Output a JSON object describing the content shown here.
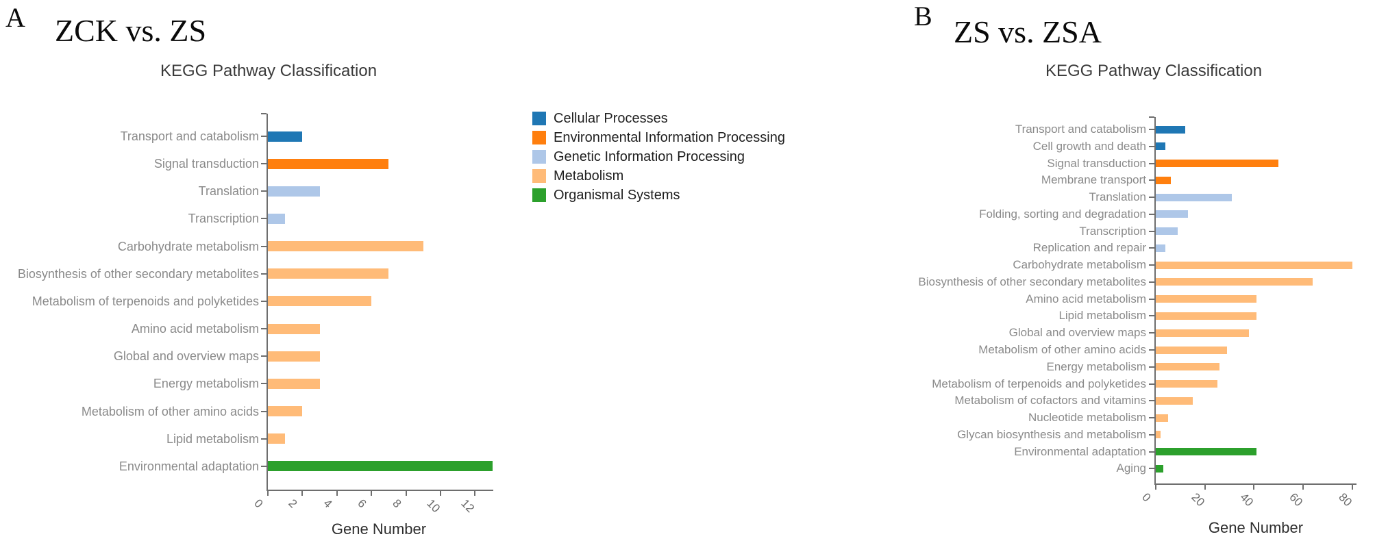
{
  "chart_data": [
    {
      "type": "bar",
      "orientation": "horizontal",
      "panel_letter": "A",
      "panel_title": "ZCK vs. ZS",
      "title": "KEGG Pathway Classification",
      "xlabel": "Gene Number",
      "xlim": [
        0,
        13
      ],
      "x_ticks": [
        0,
        2,
        4,
        6,
        8,
        10,
        12
      ],
      "grid": false,
      "categories": [
        "Transport and catabolism",
        "Signal transduction",
        "Translation",
        "Transcription",
        "Carbohydrate metabolism",
        "Biosynthesis of other secondary metabolites",
        "Metabolism of terpenoids and polyketides",
        "Amino acid metabolism",
        "Global and overview maps",
        "Energy metabolism",
        "Metabolism of other amino acids",
        "Lipid metabolism",
        "Environmental adaptation"
      ],
      "values": [
        2,
        7,
        3,
        1,
        9,
        7,
        6,
        3,
        3,
        3,
        2,
        1,
        13
      ],
      "groups": [
        "cellular",
        "environmental",
        "genetic",
        "genetic",
        "metabolism",
        "metabolism",
        "metabolism",
        "metabolism",
        "metabolism",
        "metabolism",
        "metabolism",
        "metabolism",
        "organismal"
      ]
    },
    {
      "type": "bar",
      "orientation": "horizontal",
      "panel_letter": "B",
      "panel_title": "ZS vs. ZSA",
      "title": "KEGG Pathway Classification",
      "xlabel": "Gene Number",
      "xlim": [
        0,
        81
      ],
      "x_ticks": [
        0,
        20,
        40,
        60,
        80
      ],
      "grid": false,
      "categories": [
        "Transport and catabolism",
        "Cell growth and death",
        "Signal transduction",
        "Membrane transport",
        "Translation",
        "Folding, sorting and degradation",
        "Transcription",
        "Replication and repair",
        "Carbohydrate metabolism",
        "Biosynthesis of other secondary metabolites",
        "Amino acid metabolism",
        "Lipid metabolism",
        "Global and overview maps",
        "Metabolism of other amino acids",
        "Energy metabolism",
        "Metabolism of terpenoids and polyketides",
        "Metabolism of cofactors and vitamins",
        "Nucleotide metabolism",
        "Glycan biosynthesis and metabolism",
        "Environmental adaptation",
        "Aging"
      ],
      "values": [
        12,
        4,
        50,
        6,
        31,
        13,
        9,
        4,
        80,
        64,
        41,
        41,
        38,
        29,
        26,
        25,
        15,
        5,
        2,
        41,
        3
      ],
      "groups": [
        "cellular",
        "cellular",
        "environmental",
        "environmental",
        "genetic",
        "genetic",
        "genetic",
        "genetic",
        "metabolism",
        "metabolism",
        "metabolism",
        "metabolism",
        "metabolism",
        "metabolism",
        "metabolism",
        "metabolism",
        "metabolism",
        "metabolism",
        "metabolism",
        "organismal",
        "organismal"
      ]
    }
  ],
  "legend": {
    "position": "right-of-panel-A",
    "items": [
      {
        "label": "Cellular Processes",
        "key": "cellular",
        "color": "#1f77b4"
      },
      {
        "label": "Environmental Information Processing",
        "key": "environmental",
        "color": "#ff7f0e"
      },
      {
        "label": "Genetic Information Processing",
        "key": "genetic",
        "color": "#aec7e8"
      },
      {
        "label": "Metabolism",
        "key": "metabolism",
        "color": "#ffbb78"
      },
      {
        "label": "Organismal Systems",
        "key": "organismal",
        "color": "#2ca02c"
      }
    ]
  }
}
